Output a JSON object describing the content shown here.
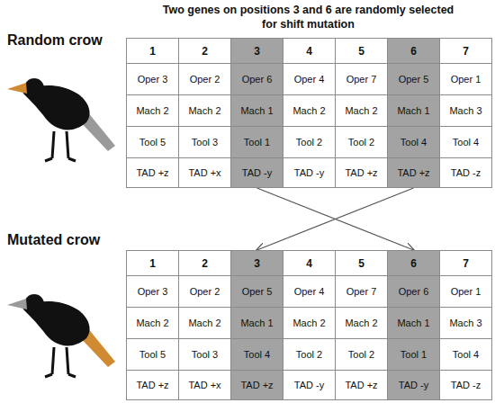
{
  "diagram": {
    "title": "Two genes on positions 3 and 6 are randomly selected for shift mutation",
    "nodes": [
      {
        "text": [
          "1"
        ]
      },
      {
        "text": [
          "2"
        ]
      },
      {
        "text": [
          "3"
        ]
      },
      {
        "text": [
          "4"
        ]
      },
      {
        "text": [
          "5"
        ]
      },
      {
        "text": [
          "6"
        ]
      },
      {
        "text": [
          "7"
        ]
      },
      {
        "text": [
          "Oper 3"
        ]
      },
      {
        "text": [
          "Oper 2"
        ]
      },
      {
        "text": [
          "Oper 6"
        ]
      },
      {
        "text": [
          "Oper 4"
        ]
      },
      {
        "text": [
          "Oper 7"
        ]
      },
      {
        "text": [
          "Oper 5"
        ]
      },
      {
        "text": [
          "Oper 1"
        ]
      },
      {
        "text": [
          "Mach 2"
        ]
      },
      {
        "text": [
          "Mach 2"
        ]
      },
      {
        "text": [
          "Mach 1"
        ]
      },
      {
        "text": [
          "Mach 2"
        ]
      },
      {
        "text": [
          "Mach 2"
        ]
      },
      {
        "text": [
          "Mach 1"
        ]
      },
      {
        "text": [
          "Mach 3"
        ]
      },
      {
        "text": [
          "Tool 5"
        ]
      },
      {
        "text": [
          "Tool 3"
        ]
      },
      {
        "text": [
          "Tool 1"
        ]
      },
      {
        "text": [
          "Tool 2"
        ]
      },
      {
        "text": [
          "Tool 2"
        ]
      },
      {
        "text": [
          "Tool 4"
        ]
      },
      {
        "text": [
          "Tool 4"
        ]
      },
      {
        "text": [
          "TAD +z"
        ]
      },
      {
        "text": [
          "TAD +x"
        ]
      },
      {
        "text": [
          "TAD -y"
        ]
      },
      {
        "text": [
          "TAD -y"
        ]
      },
      {
        "text": [
          "TAD +z"
        ]
      },
      {
        "text": [
          "TAD +z"
        ]
      },
      {
        "text": [
          "TAD -z"
        ]
      },
      {
        "text": [
          "1"
        ]
      },
      {
        "text": [
          "2"
        ]
      },
      {
        "text": [
          "3"
        ]
      },
      {
        "text": [
          "4"
        ]
      },
      {
        "text": [
          "5"
        ]
      },
      {
        "text": [
          "6"
        ]
      },
      {
        "text": [
          "7"
        ]
      },
      {
        "text": [
          "Oper 3"
        ]
      },
      {
        "text": [
          "Oper 2"
        ]
      },
      {
        "text": [
          "Oper 5"
        ]
      },
      {
        "text": [
          "Oper 4"
        ]
      },
      {
        "text": [
          "Oper 7"
        ]
      },
      {
        "text": [
          "Oper 6"
        ]
      },
      {
        "text": [
          "Oper 1"
        ]
      },
      {
        "text": [
          "Mach 2"
        ]
      },
      {
        "text": [
          "Mach 2"
        ]
      },
      {
        "text": [
          "Mach 1"
        ]
      },
      {
        "text": [
          "Mach 2"
        ]
      },
      {
        "text": [
          "Mach 2"
        ]
      },
      {
        "text": [
          "Mach 1"
        ]
      },
      {
        "text": [
          "Mach 3"
        ]
      },
      {
        "text": [
          "Tool 5"
        ]
      },
      {
        "text": [
          "Tool 3"
        ]
      },
      {
        "text": [
          "Tool 4"
        ]
      },
      {
        "text": [
          "Tool 2"
        ]
      },
      {
        "text": [
          "Tool 2"
        ]
      },
      {
        "text": [
          "Tool 1"
        ]
      },
      {
        "text": [
          "Tool 4"
        ]
      },
      {
        "text": [
          "TAD +z"
        ]
      },
      {
        "text": [
          "TAD +x"
        ]
      },
      {
        "text": [
          "TAD +z"
        ]
      },
      {
        "text": [
          "TAD -y"
        ]
      },
      {
        "text": [
          "TAD +z"
        ]
      },
      {
        "text": [
          "TAD -y"
        ]
      },
      {
        "text": [
          "TAD -z"
        ]
      }
    ],
    "edges": [
      {
        "from": 30,
        "to": 40,
        "arrow": "to"
      },
      {
        "from": 33,
        "to": 37,
        "arrow": "to"
      }
    ],
    "labels": [
      "Random crow",
      "Mutated crow"
    ]
  }
}
